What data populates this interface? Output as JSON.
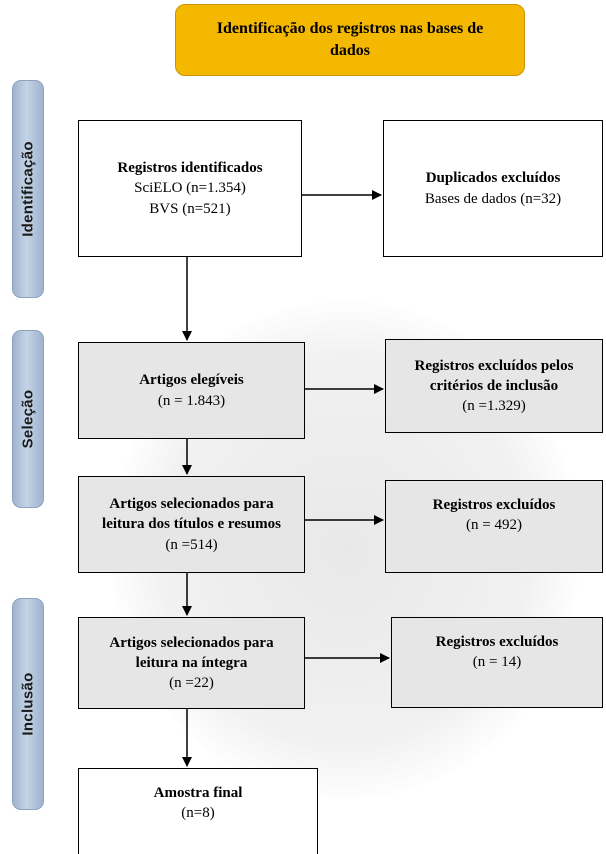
{
  "header": "Identificação dos registros nas bases de dados",
  "sections": {
    "identificacao": "Identificação",
    "selecao": "Seleção",
    "inclusao": "Inclusão"
  },
  "boxes": {
    "registros_identificados": {
      "title": "Registros identificados",
      "line1": "SciELO (n=1.354)",
      "line2": "BVS (n=521)"
    },
    "duplicados": {
      "title": "Duplicados excluídos",
      "line1": "Bases de dados (n=32)"
    },
    "artigos_elegiveis": {
      "title": "Artigos elegíveis",
      "line1": "(n = 1.843)"
    },
    "excluidos_criterios": {
      "title_line1": "Registros excluídos pelos",
      "title_line2": "critérios de inclusão",
      "line1": "(n =1.329)"
    },
    "selecionados_titulos": {
      "title_line1": "Artigos selecionados para",
      "title_line2": "leitura dos títulos e resumos",
      "line1": "(n =514)"
    },
    "excluidos_titulos": {
      "title": "Registros excluídos",
      "line1": "(n = 492)"
    },
    "selecionados_integra": {
      "title_line1": "Artigos selecionados para",
      "title_line2": "leitura na íntegra",
      "line1": "(n =22)"
    },
    "excluidos_integra": {
      "title": "Registros excluídos",
      "line1": "(n = 14)"
    },
    "amostra_final": {
      "title": "Amostra final",
      "line1": "(n=8)"
    }
  },
  "colors": {
    "header_fill": "#f5b800",
    "side_label_fill": "#b4c6dd",
    "box_grey": "#e6e6e6"
  }
}
